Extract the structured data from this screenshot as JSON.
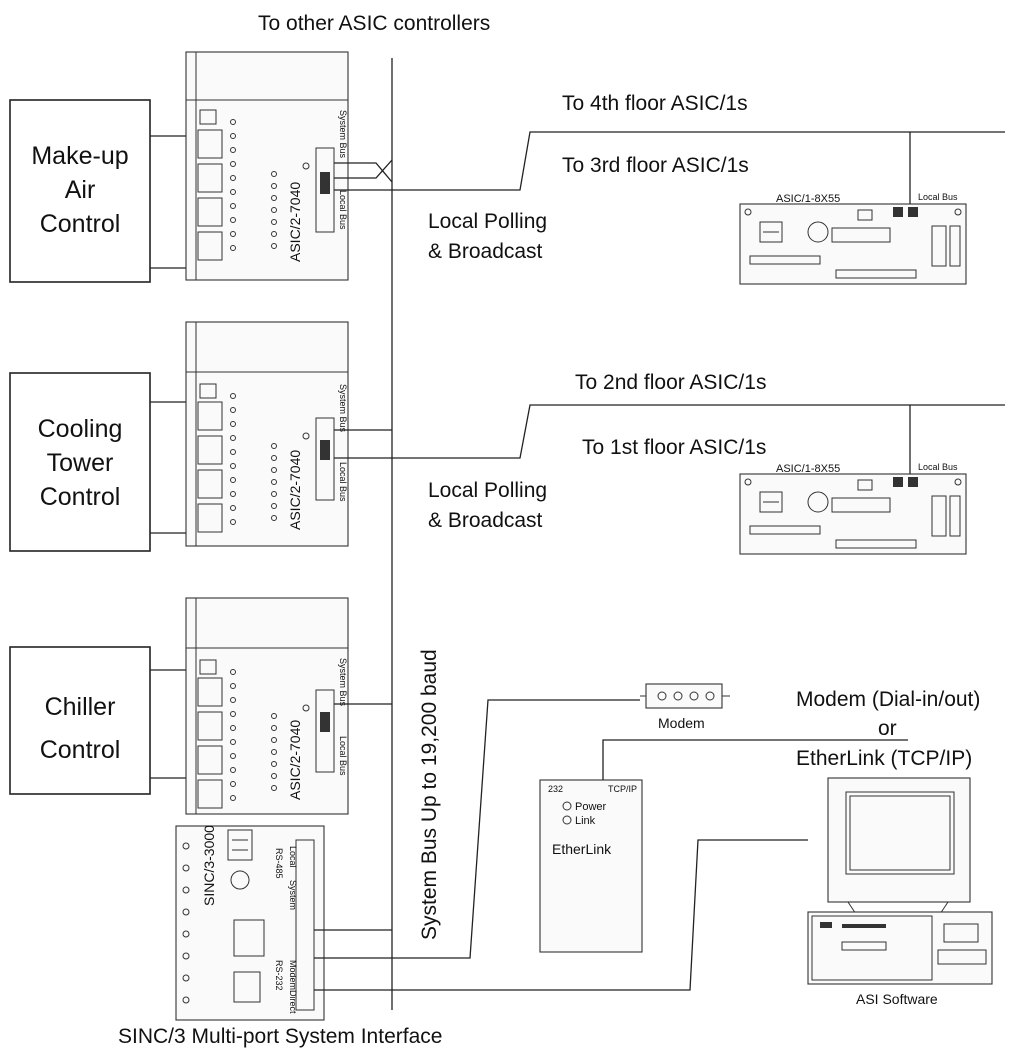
{
  "labels": {
    "top": "To other ASIC controllers",
    "floor4": "To 4th floor ASIC/1s",
    "floor3": "To 3rd floor ASIC/1s",
    "floor2": "To 2nd floor ASIC/1s",
    "floor1": "To 1st floor ASIC/1s",
    "polling_a1": "Local Polling",
    "polling_a2": "& Broadcast",
    "polling_b1": "Local Polling",
    "polling_b2": "& Broadcast",
    "system_bus": "System Bus Up to 19,200 baud",
    "sinc_caption": "SINC/3 Multi-port System Interface",
    "modem_option1": "Modem (Dial-in/out)",
    "modem_option2": "or",
    "modem_option3": "EtherLink  (TCP/IP)",
    "asi_software": "ASI Software"
  },
  "boxes": {
    "makeup": [
      "Make-up",
      "Air",
      "Control"
    ],
    "cooling": [
      "Cooling",
      "Tower",
      "Control"
    ],
    "chiller": [
      "Chiller",
      "Control"
    ]
  },
  "devices": {
    "asic2_label": "ASIC/2-7040",
    "asic2_side": "System Bus",
    "asic2_local": "Local Bus",
    "asic1_label": "ASIC/1-8X55",
    "asic1_local": "Local Bus",
    "sinc_label": "SINC/3-3000",
    "sinc_small": [
      "RS-485",
      "RS-232",
      "System",
      "Local",
      "Modem",
      "Direct"
    ],
    "modem_label": "Modem",
    "etherlink_label": "EtherLink",
    "etherlink_232": "232",
    "etherlink_tcp": "TCP/IP",
    "etherlink_power": "Power",
    "etherlink_link": "Link"
  }
}
